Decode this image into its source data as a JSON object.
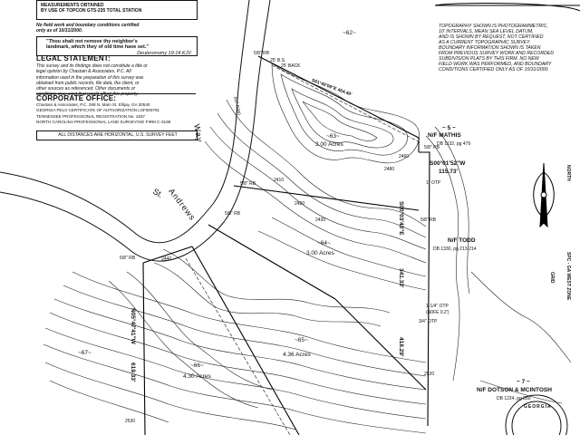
{
  "legend": {
    "instrument_line1": "MEASUREMENTS OBTAINED",
    "instrument_line2": "BY USE OF TOPCON GTS-235 TOTAL STATION",
    "field_note_1": "No field work and boundary conditions certified",
    "field_note_2": "only as of 10/31/2000.",
    "quote_1": "\"Thou shalt not remove thy neighbor's",
    "quote_2": "landmark, which they of old time have set.\"",
    "quote_ref": "Deuteronomy 19:14 KJV",
    "legal_title": "LEGAL STATEMENT:",
    "legal_lines": [
      "This survey and its findings does not constitute a title or",
      "legal opinion by Chastain & Associates, P.C. All",
      "information used in the preparation of this survey was",
      "obtained from public records, file data, the client, or",
      "other sources as referenced. Other documents or",
      "conditions may exist that would affect this property."
    ],
    "corp_title": "CORPORATE OFFICE:",
    "corp_lines": [
      "Chastain & Associates, P.C.   288 N. Main St.   Ellijay, GA 30540",
      "GEORGIA PELS CERTIFICATE OF AUTHORIZATION LSF000781",
      "TENNESSEE PROFESSIONAL REGISTRATION No. 1937",
      "NORTH CAROLINA PROFESSIONAL LAND SURVEYING FIRM C-3198"
    ],
    "distances_note": "ALL DISTANCES ARE HORIZONTAL, U.S. SURVEY FEET"
  },
  "notes": {
    "lines": [
      "Topography shown is photogrammetric,",
      "10' intervals, mean sea level datum,",
      "and is shown by request, not certified",
      "as a current topographic survey.",
      "Boundary information shown is taken",
      "from previous survey work and recorded",
      "subdivision plats by this firm. No new",
      "field work was performed, and boundary",
      "conditions certified only as of 10/31/2000."
    ]
  },
  "map": {
    "road_name_1": "St.",
    "road_name_2": "Andrews",
    "road_name_3": "Way",
    "row": "(60' R/W)",
    "lot_62": "~62~",
    "lot_63": "~63~",
    "lot_63_area": "3.00 Acres",
    "lot_64": "~64~",
    "lot_64_area": "3.00 Acres",
    "lot_65": "~65~",
    "lot_65_area": "4.36 Acres",
    "lot_66": "~66~",
    "lot_66_area": "4.30 Acres",
    "lot_67": "~67~",
    "lot_5": "~ 5 ~",
    "mathis": "N/F MATHIS",
    "mathis_db": "DB 1132, pg 479",
    "bearing_s00": "S00°01'52\"W",
    "dist_115": "115.73'",
    "bearing_top": "S61°40'09\"E  464.40'",
    "lot_7": "~ 7 ~",
    "dotson": "N/F DOTSON & MCINTOSH",
    "dotson_db": "DB 1224, pg 350",
    "todd": "N/F TODD",
    "todd_db": "DB 1330, pg 213-214",
    "bearing_right": "S00°03'43\"E",
    "dist_341": "341.33'",
    "dist_418": "418.29'",
    "bearing_left": "N05°47'41\"W",
    "dist_619": "619.33'",
    "iron_1": "1-1/4\" OTP",
    "iron_2": "(N0FE 0.2')",
    "iron_3": "3/4\" OTP",
    "iron_4": "1\" OTP",
    "rb_labels": [
      "5/8\" RB",
      "5/8\" RB",
      "5/8\" RB",
      "5/8\" RB",
      "5/8\" RB",
      "5/8\" RB"
    ],
    "setback_1": "25' B.S.",
    "setback_2": "25' BACK",
    "ctr_2410": "2410",
    "ctr_2420": "2420",
    "ctr_2430": "2430",
    "ctr_2440": "2440",
    "ctr_2460": "2460",
    "ctr_2480": "2480",
    "ctr_2520": "2520",
    "ctr_2530": "2530",
    "north": "NORTH",
    "grid": "GRID",
    "spc": "SPC - GA WEST ZONE",
    "seal": "GEORGIA"
  }
}
